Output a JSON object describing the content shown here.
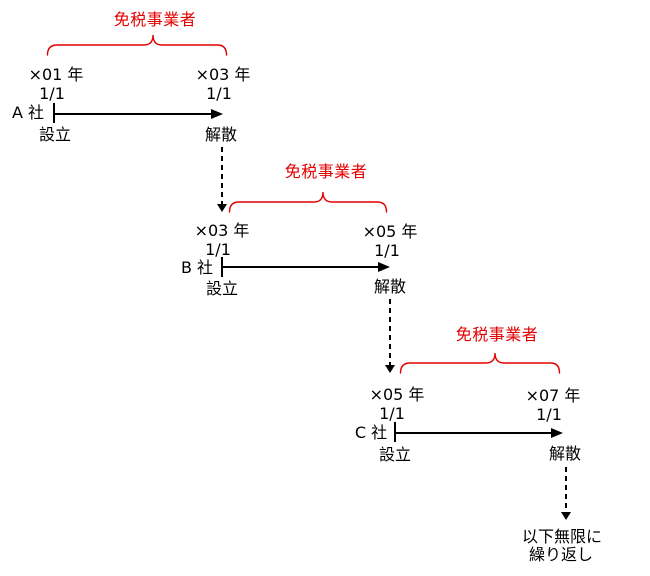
{
  "colors": {
    "accent_red": "#e30000",
    "ink": "#000000"
  },
  "blocks": [
    {
      "company": "A 社",
      "exempt_label": "免税事業者",
      "start_year": "×01 年",
      "start_date": "1/1",
      "end_year": "×03 年",
      "end_date": "1/1",
      "start_event": "設立",
      "end_event": "解散"
    },
    {
      "company": "B 社",
      "exempt_label": "免税事業者",
      "start_year": "×03 年",
      "start_date": "1/1",
      "end_year": "×05 年",
      "end_date": "1/1",
      "start_event": "設立",
      "end_event": "解散"
    },
    {
      "company": "C 社",
      "exempt_label": "免税事業者",
      "start_year": "×05 年",
      "start_date": "1/1",
      "end_year": "×07 年",
      "end_date": "1/1",
      "start_event": "設立",
      "end_event": "解散"
    }
  ],
  "footer": {
    "line1": "以下無限に",
    "line2": "繰り返し"
  }
}
